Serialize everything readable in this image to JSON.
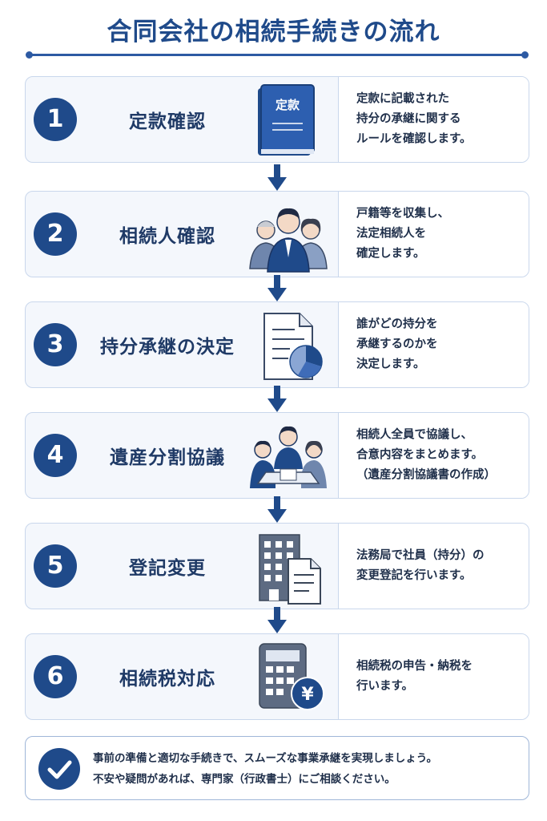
{
  "title": "合同会社の相続手続きの流れ",
  "colors": {
    "primary": "#1f4a8a",
    "card_bg": "#f4f7fc",
    "border": "#c9d7ec"
  },
  "steps": [
    {
      "number": "1",
      "label": "定款確認",
      "icon": "book-icon",
      "book_text": "定款",
      "desc": [
        "定款に記載された",
        "持分の承継に関する",
        "ルールを確認します。"
      ]
    },
    {
      "number": "2",
      "label": "相続人確認",
      "icon": "people-icon",
      "desc": [
        "戸籍等を収集し、",
        "法定相続人を",
        "確定します。"
      ]
    },
    {
      "number": "3",
      "label": "持分承継の決定",
      "icon": "document-pie-chart-icon",
      "desc": [
        "誰がどの持分を",
        "承継するのかを",
        "決定します。"
      ]
    },
    {
      "number": "4",
      "label": "遺産分割協議",
      "icon": "meeting-icon",
      "desc": [
        "相続人全員で協議し、",
        "合意内容をまとめます。",
        "（遺産分割協議書の作成）"
      ]
    },
    {
      "number": "5",
      "label": "登記変更",
      "icon": "building-document-icon",
      "desc": [
        "法務局で社員（持分）の",
        "変更登記を行います。"
      ]
    },
    {
      "number": "6",
      "label": "相続税対応",
      "icon": "calculator-yen-icon",
      "yen_symbol": "¥",
      "desc": [
        "相続税の申告・納税を",
        "行います。"
      ]
    }
  ],
  "footer": {
    "icon": "check-icon",
    "lines": [
      "事前の準備と適切な手続きで、スムーズな事業承継を実現しましょう。",
      "不安や疑問があれば、専門家（行政書士）にご相談ください。"
    ]
  }
}
